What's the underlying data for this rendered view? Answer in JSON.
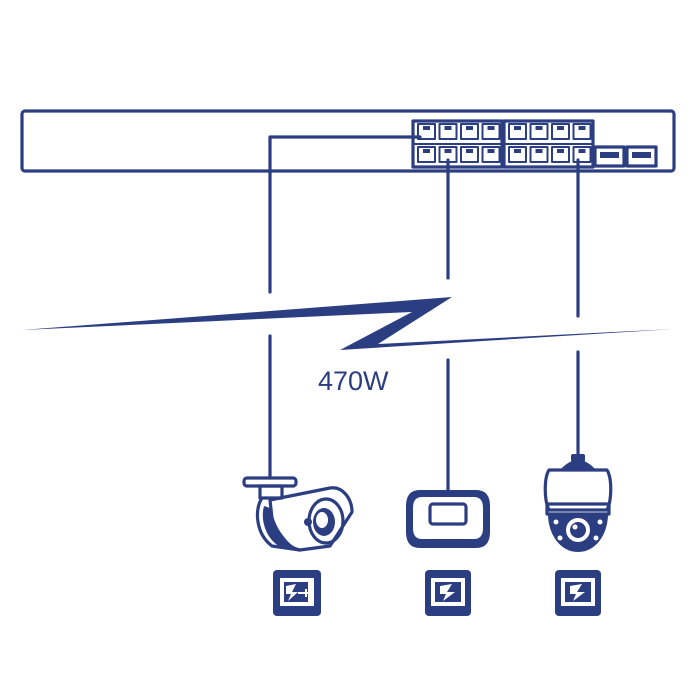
{
  "colors": {
    "primary": "#2c3e82",
    "background": "#ffffff"
  },
  "power_budget": {
    "label": "470W"
  },
  "switch": {
    "poe_ports": 16,
    "sfp_ports": 2
  },
  "devices": [
    {
      "name": "bullet-camera",
      "icon": "bullet-camera-icon",
      "badge": "poe-plus-icon"
    },
    {
      "name": "wireless-access-point",
      "icon": "access-point-icon",
      "badge": "poe-icon"
    },
    {
      "name": "ptz-dome-camera",
      "icon": "ptz-dome-camera-icon",
      "badge": "poe-icon"
    }
  ]
}
